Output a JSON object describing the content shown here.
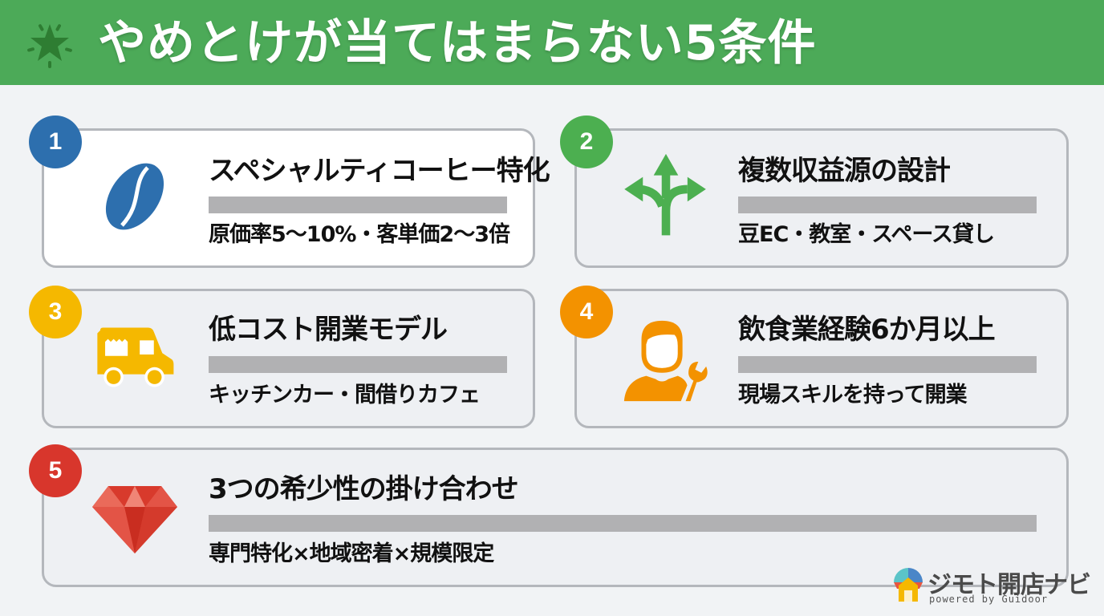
{
  "header": {
    "title": "やめとけが当てはまらない5条件",
    "icon": "sparkle-star-icon",
    "background": "#4caa58"
  },
  "cards": [
    {
      "number": "1",
      "title": "スペシャルティコーヒー特化",
      "subtitle": "原価率5〜10%・客単価2〜3倍",
      "icon": "coffee-bean-icon",
      "color": "#2d6fae"
    },
    {
      "number": "2",
      "title": "複数収益源の設計",
      "subtitle": "豆EC・教室・スペース貸し",
      "icon": "split-arrows-icon",
      "color": "#4caf50"
    },
    {
      "number": "3",
      "title": "低コスト開業モデル",
      "subtitle": "キッチンカー・間借りカフェ",
      "icon": "food-truck-icon",
      "color": "#f5b800"
    },
    {
      "number": "4",
      "title": "飲食業経験6か月以上",
      "subtitle": "現場スキルを持って開業",
      "icon": "worker-wrench-icon",
      "color": "#f39200"
    },
    {
      "number": "5",
      "title": "3つの希少性の掛け合わせ",
      "subtitle": "専門特化×地域密着×規模限定",
      "icon": "diamond-gem-icon",
      "color": "#d8362c"
    }
  ],
  "logo": {
    "name": "ジモト開店ナビ",
    "tagline": "powered by Guidoor"
  }
}
